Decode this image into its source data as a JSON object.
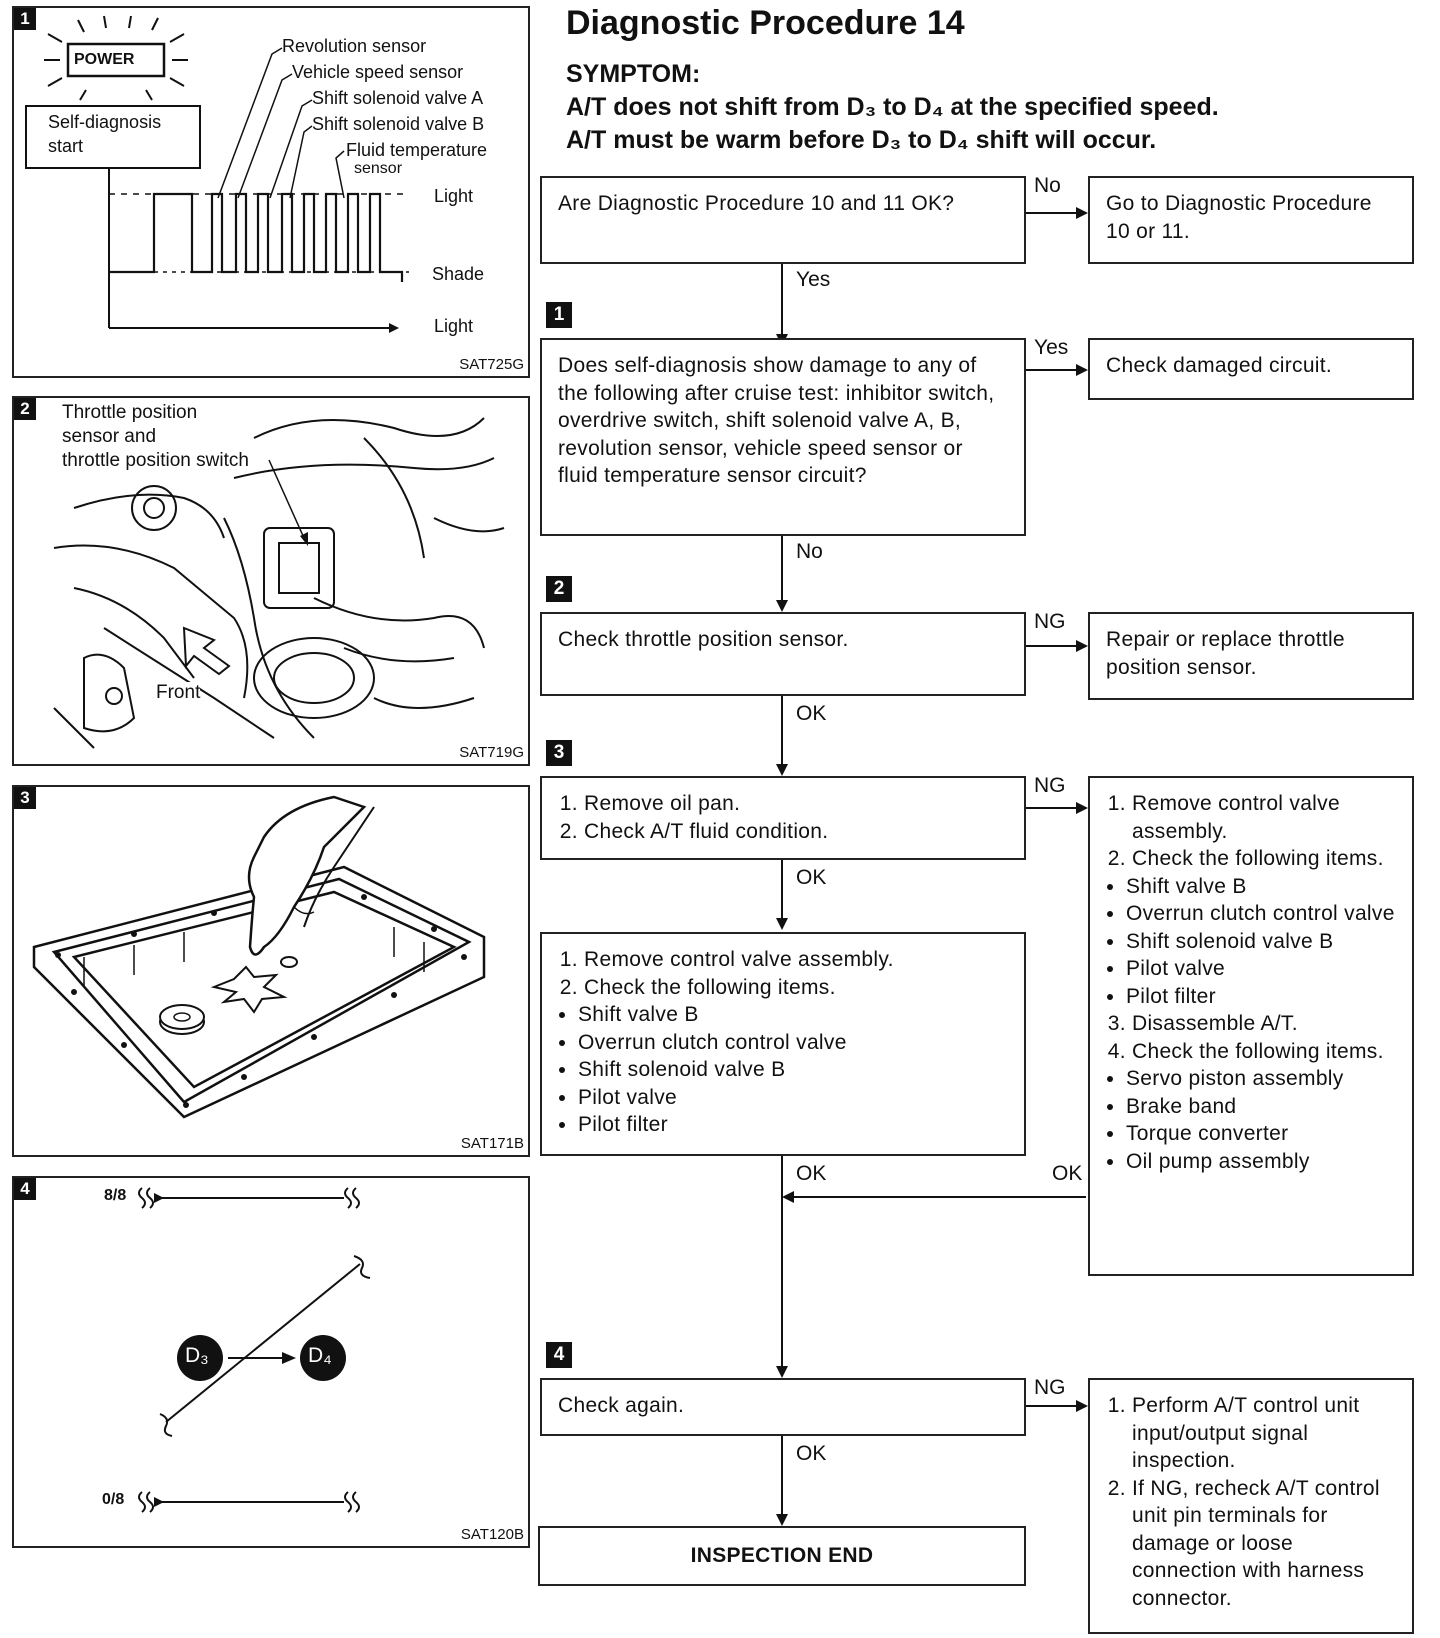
{
  "header": {
    "title": "Diagnostic Procedure 14",
    "symptom_label": "SYMPTOM:",
    "symptom_line1": "A/T does not shift from D₃ to D₄ at the specified speed.",
    "symptom_line2": "A/T must be warm before D₃ to D₄ shift will occur."
  },
  "figures": {
    "fig1": {
      "badge": "1",
      "power": "POWER",
      "start_line1": "Self-diagnosis",
      "start_line2": "start",
      "labels": [
        "Revolution sensor",
        "Vehicle speed sensor",
        "Shift solenoid valve A",
        "Shift solenoid valve B",
        "Fluid temperature",
        "sensor"
      ],
      "light_top": "Light",
      "shade": "Shade",
      "light_bottom": "Light",
      "code": "SAT725G"
    },
    "fig2": {
      "badge": "2",
      "label_line1": "Throttle position",
      "label_line2": "sensor and",
      "label_line3": "throttle position switch",
      "front": "Front",
      "code": "SAT719G"
    },
    "fig3": {
      "badge": "3",
      "code": "SAT171B"
    },
    "fig4": {
      "badge": "4",
      "top": "8/8",
      "bottom": "0/8",
      "d3": "D₃",
      "d4": "D₄",
      "code": "SAT120B"
    }
  },
  "flow": {
    "q_precheck": "Are Diagnostic Procedure 10 and 11 OK?",
    "a_precheck_no": "Go to Diagnostic Procedure 10 or 11.",
    "step1_q": "Does self-diagnosis show damage to any of the following after cruise test: inhibitor switch, overdrive switch, shift solenoid valve A, B, revolution sensor, vehicle speed sensor or fluid temperature sensor circuit?",
    "step1_yes": "Check damaged circuit.",
    "step2": "Check throttle position sensor.",
    "step2_ng": "Repair or replace throttle position sensor.",
    "step3": [
      "Remove oil pan.",
      "Check A/T fluid condition."
    ],
    "step3_ok_items": [
      "Remove control valve assembly.",
      "Check the following items."
    ],
    "step3_ok_bullets": [
      "Shift valve B",
      "Overrun clutch control valve",
      "Shift solenoid valve B",
      "Pilot valve",
      "Pilot filter"
    ],
    "step3_ng_items": [
      "Remove control valve assembly.",
      "Check the following items."
    ],
    "step3_ng_bullets1": [
      "Shift valve B",
      "Overrun clutch control valve",
      "Shift solenoid valve B",
      "Pilot valve",
      "Pilot filter"
    ],
    "step3_ng_items2": [
      "Disassemble A/T.",
      "Check the following items."
    ],
    "step3_ng_bullets2": [
      "Servo piston assembly",
      "Brake band",
      "Torque converter",
      "Oil pump assembly"
    ],
    "step4": "Check again.",
    "step4_ng": [
      "Perform A/T control unit input/output signal inspection.",
      "If NG, recheck A/T control unit pin terminals for damage or loose connection with harness connector."
    ],
    "end": "INSPECTION END",
    "labels": {
      "no": "No",
      "yes": "Yes",
      "ng": "NG",
      "ok": "OK"
    },
    "step_badges": [
      "1",
      "2",
      "3",
      "4"
    ]
  }
}
